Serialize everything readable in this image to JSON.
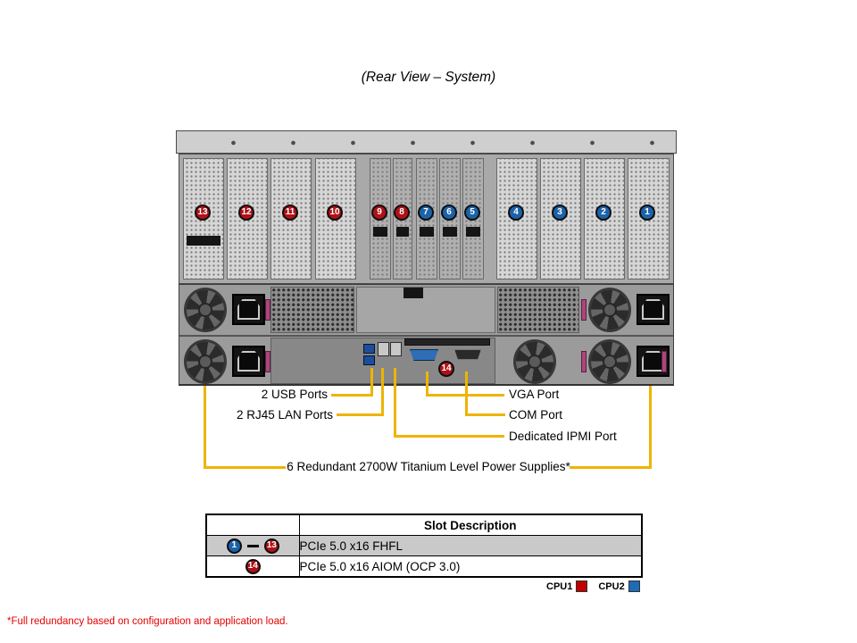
{
  "title": "(Rear View – System)",
  "slots": [
    {
      "n": "13",
      "cpu": "CPU1"
    },
    {
      "n": "12",
      "cpu": "CPU1"
    },
    {
      "n": "11",
      "cpu": "CPU1"
    },
    {
      "n": "10",
      "cpu": "CPU1"
    },
    {
      "n": "9",
      "cpu": "CPU1"
    },
    {
      "n": "8",
      "cpu": "CPU1"
    },
    {
      "n": "7",
      "cpu": "CPU2"
    },
    {
      "n": "6",
      "cpu": "CPU2"
    },
    {
      "n": "5",
      "cpu": "CPU2"
    },
    {
      "n": "4",
      "cpu": "CPU2"
    },
    {
      "n": "3",
      "cpu": "CPU2"
    },
    {
      "n": "2",
      "cpu": "CPU2"
    },
    {
      "n": "1",
      "cpu": "CPU2"
    }
  ],
  "slot14_badge": "14",
  "callouts": {
    "usb": "2 USB Ports",
    "lan": "2 RJ45 LAN Ports",
    "vga": "VGA Port",
    "com": "COM Port",
    "ipmi": "Dedicated IPMI Port",
    "psu": "6 Redundant 2700W Titanium Level Power Supplies*"
  },
  "table": {
    "header": "Slot Description",
    "row1": {
      "from": "1",
      "to": "13",
      "desc": "PCIe 5.0 x16 FHFL"
    },
    "row2": {
      "badge": "14",
      "desc": "PCIe 5.0 x16 AIOM (OCP 3.0)"
    }
  },
  "legend": {
    "cpu1": {
      "label": "CPU1",
      "color": "#c00000"
    },
    "cpu2": {
      "label": "CPU2",
      "color": "#1f6bb4"
    }
  },
  "footnote": "*Full redundancy based on configuration and application load.",
  "colors": {
    "callout_line": "#eeb400",
    "cpu1_badge": "#b01117",
    "cpu2_badge": "#1b63a9"
  }
}
